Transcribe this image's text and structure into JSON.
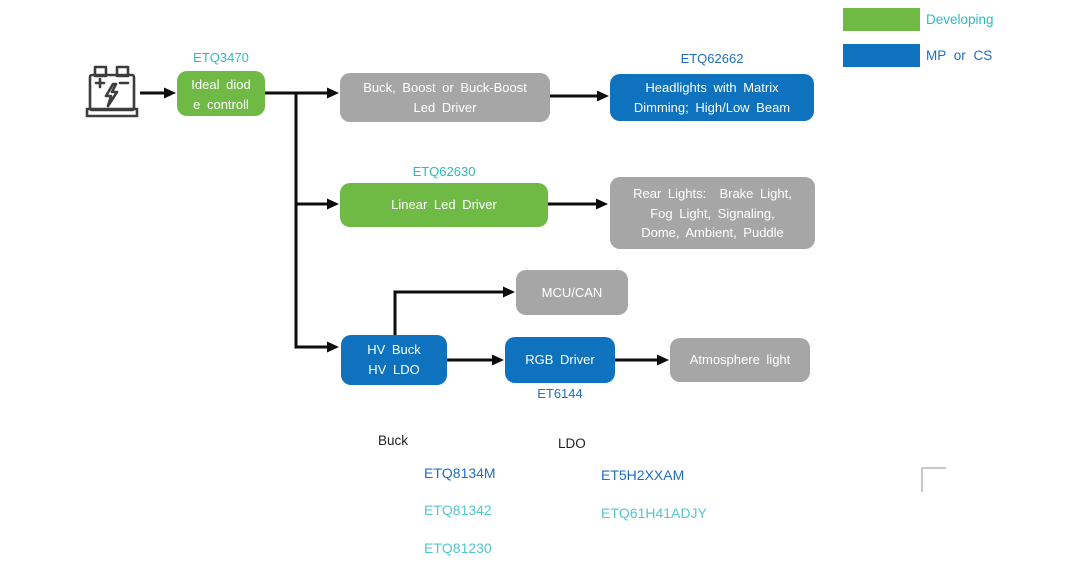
{
  "colors": {
    "green": "#6eba44",
    "blue": "#0e72be",
    "box-gray": "#a6a6a6",
    "cyan": "#2cbac3",
    "cyan-light": "#52c7cd",
    "blue-text": "#1f6ec0",
    "arrow": "#0d0d0d",
    "corner": "#b5b5b5",
    "battery": "#3d3d3d"
  },
  "legend": {
    "developing": {
      "label": "Developing"
    },
    "mp_cs": {
      "label": "MP or CS"
    }
  },
  "nodes": {
    "ideal_diode": {
      "part": "ETQ3470",
      "lines": [
        "Ideal diod",
        "e controll"
      ]
    },
    "buck_boost": {
      "lines": [
        "Buck, Boost or Buck-Boost",
        "Led Driver"
      ]
    },
    "headlights": {
      "part": "ETQ62662",
      "lines": [
        "Headlights with Matrix",
        "Dimming; High/Low Beam"
      ]
    },
    "linear": {
      "part": "ETQ62630",
      "lines": [
        "Linear Led Driver"
      ]
    },
    "rear_lights": {
      "lines": [
        "Rear Lights:  Brake Light,",
        "Fog Light, Signaling,",
        "Dome, Ambient, Puddle"
      ]
    },
    "mcu": {
      "lines": [
        "MCU/CAN"
      ]
    },
    "hv": {
      "lines": [
        "HV Buck",
        "HV LDO"
      ]
    },
    "rgb": {
      "part": "ET6144",
      "lines": [
        "RGB Driver"
      ]
    },
    "atmosphere": {
      "lines": [
        "Atmosphere light"
      ]
    }
  },
  "parts_lists": {
    "buck": {
      "title": "Buck",
      "items": [
        {
          "name": "ETQ8134M",
          "status": "mp_cs"
        },
        {
          "name": "ETQ81342",
          "status": "developing"
        },
        {
          "name": "ETQ81230",
          "status": "developing"
        }
      ]
    },
    "ldo": {
      "title": "LDO",
      "items": [
        {
          "name": "ET5H2XXAM",
          "status": "mp_cs"
        },
        {
          "name": "ETQ61H41ADJY",
          "status": "developing"
        }
      ]
    }
  }
}
